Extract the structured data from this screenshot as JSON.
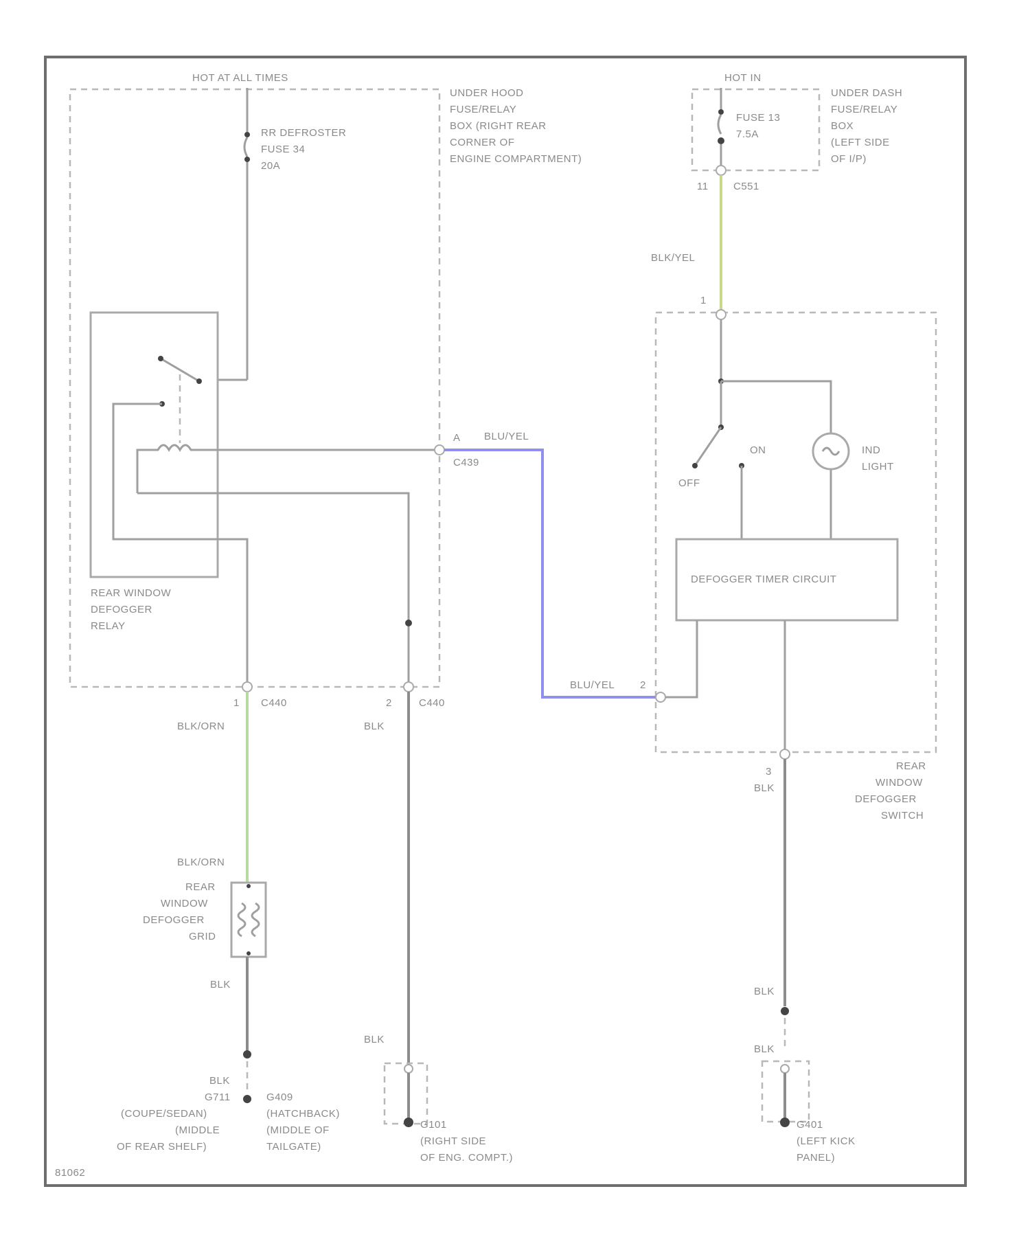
{
  "colors": {
    "wire_green": "#b7dba0",
    "wire_yellow_green": "#c8d98c",
    "wire_blue": "#8f8ff0",
    "wire_gray": "#9f9f9f"
  },
  "labels": {
    "hot_at_all_times": "HOT AT ALL TIMES",
    "hot_in": "HOT IN",
    "under_hood_box": [
      "UNDER HOOD",
      "FUSE/RELAY",
      "BOX (RIGHT REAR",
      "CORNER OF",
      "ENGINE COMPARTMENT)"
    ],
    "under_dash_box": [
      "UNDER DASH",
      "FUSE/RELAY",
      "BOX",
      "(LEFT SIDE",
      "OF I/P)"
    ],
    "fuse_rr_defroster": [
      "RR DEFROSTER",
      "FUSE 34",
      "20A"
    ],
    "fuse_13": [
      "FUSE 13",
      "7.5A"
    ],
    "conn_c551": "C551",
    "conn_c551_pin": "11",
    "wire_blk_yel_top": "BLK/YEL",
    "switch_pin_1": "1",
    "relay_name": [
      "REAR WINDOW",
      "DEFOGGER",
      "RELAY"
    ],
    "pin_a": "A",
    "conn_c439": "C439",
    "wire_blu_yel_1": "BLU/YEL",
    "wire_blu_yel_2": "BLU/YEL",
    "switch_pin_2": "2",
    "switch_off": "OFF",
    "switch_on": "ON",
    "ind_light": [
      "IND",
      "LIGHT"
    ],
    "timer_circuit": "DEFOGGER TIMER CIRCUIT",
    "switch_name": [
      "REAR",
      "WINDOW",
      "DEFOGGER",
      "SWITCH"
    ],
    "pin_1_left": "1",
    "conn_c440_left": "C440",
    "pin_2_mid": "2",
    "conn_c440_mid": "C440",
    "pin_3_right": "3",
    "wire_blk_orn_1": "BLK/ORN",
    "wire_blk_mid_1": "BLK",
    "wire_blk_right_1": "BLK",
    "wire_blk_orn_2": "BLK/ORN",
    "grid_name": [
      "REAR",
      "WINDOW",
      "DEFOGGER",
      "GRID"
    ],
    "wire_blk_grid": "BLK",
    "wire_blk_left_bottom": "BLK",
    "wire_blk_mid_2": "BLK",
    "wire_blk_right_2": "BLK",
    "wire_blk_right_3": "BLK",
    "g_left_a": [
      "G711",
      "(COUPE/SEDAN)",
      "(MIDDLE",
      "OF REAR SHELF)"
    ],
    "g_left_b": [
      "G409",
      "(HATCHBACK)",
      "(MIDDLE OF",
      "TAILGATE)"
    ],
    "g_mid": [
      "G101",
      "(RIGHT SIDE",
      "OF ENG. COMPT.)"
    ],
    "g_right": [
      "G401",
      "(LEFT KICK",
      "PANEL)"
    ],
    "figure_id": "81062"
  }
}
